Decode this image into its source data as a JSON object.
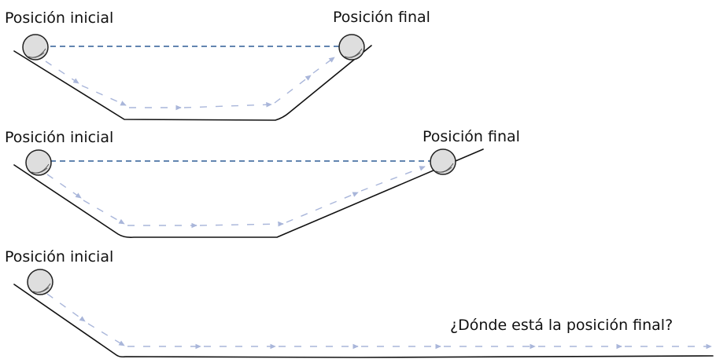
{
  "colors": {
    "track": "#111111",
    "level_line": "#2f5d95",
    "motion_path": "#a9b6da",
    "ball_fill": "#dedede"
  },
  "icons": {
    "ball": "ball-icon",
    "arrow": "arrow-icon"
  },
  "scenarios": [
    {
      "start_label": "Posición inicial",
      "end_label": "Posición final"
    },
    {
      "start_label": "Posición inicial",
      "end_label": "Posición final"
    },
    {
      "start_label": "Posición inicial",
      "end_label": "¿Dónde está la posición final?"
    }
  ]
}
